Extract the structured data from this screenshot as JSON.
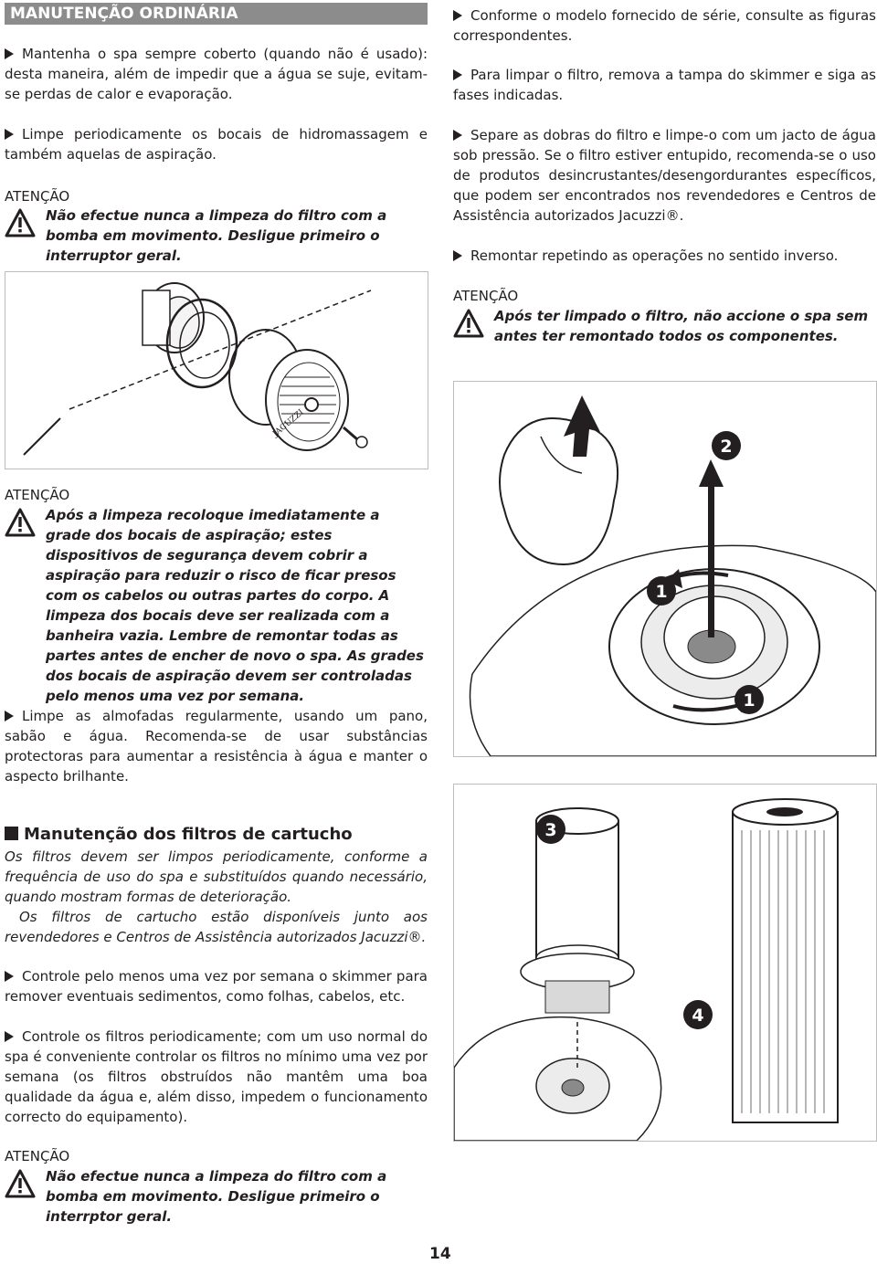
{
  "banner": {
    "title": "MANUTENÇÃO ORDINÁRIA"
  },
  "left": {
    "p1": "Mantenha o spa sempre coberto (quando não é usado): desta maneira, além de impedir que a água se suje, evitam-se perdas de calor e evaporação.",
    "p2": "Limpe periodicamente os bocais de hidromassagem e também aquelas de aspiração.",
    "att1_label": "ATENÇÃO",
    "att1_text": "Não efectue nunca a limpeza do filtro com a bomba em movimento. Desligue primeiro o interruptor geral.",
    "fig1_brand": "JACUZZI",
    "att2_label": "ATENÇÃO",
    "att2_text": "Após a limpeza recoloque imediatamente a grade dos bocais de aspiração; estes dispositivos de segurança devem cobrir a aspiração para reduzir o risco de ficar presos com os cabelos ou outras partes do corpo. A limpeza dos bocais deve ser realizada com a banheira vazia. Lembre de remontar todas as partes antes de encher de novo o spa. As grades dos bocais de aspiração devem ser controladas pelo menos uma vez por semana.",
    "p3": "Limpe as almofadas regularmente, usando um pano, sabão e água. Recomenda-se de usar substâncias protectoras para aumentar a resistência à água e manter o aspecto brilhante.",
    "section_title": "Manutenção dos filtros de cartucho",
    "intro1": "Os filtros devem ser limpos periodicamente, conforme a frequência de uso do spa e substituídos quando necessário, quando mostram formas de deterioração.",
    "intro2": "Os filtros de cartucho estão disponíveis junto aos revendedores e Centros de Assistência autorizados Jacuzzi®.",
    "p4": "Controle pelo menos uma vez por semana o skimmer para remover eventuais sedimentos, como folhas, cabelos, etc.",
    "p5": "Controle os filtros periodicamente; com um uso normal do spa é conveniente controlar os filtros no mínimo uma vez por semana (os filtros obstruídos não mantêm uma boa qualidade da água e, além disso, impedem o funcionamento correcto do equipamento).",
    "att3_label": "ATENÇÃO",
    "att3_text": "Não efectue nunca a limpeza do filtro com a bomba em movimento. Desligue primeiro o interrptor geral."
  },
  "right": {
    "p1": "Conforme o modelo fornecido de série, consulte as figuras correspondentes.",
    "p2": "Para limpar o filtro, remova a tampa do skimmer e siga as fases indicadas.",
    "p3": "Separe as dobras do filtro e limpe-o com um jacto de água sob pressão. Se o filtro estiver entupido, recomenda-se o uso de produtos desincrustantes/desengordurantes específicos, que podem ser encontrados nos revendedores e Centros de Assistência autorizados Jacuzzi®.",
    "p4": "Remontar repetindo as operações no sentido inverso.",
    "att_label": "ATENÇÃO",
    "att_text": "Após ter limpado o filtro, não accione o spa sem antes ter remontado todos os componentes.",
    "fig2_step_a": "2",
    "fig2_step_b": "1",
    "fig2_step_c": "1",
    "fig3_step_a": "3",
    "fig3_step_b": "4"
  },
  "footer": {
    "page_number": "14"
  }
}
